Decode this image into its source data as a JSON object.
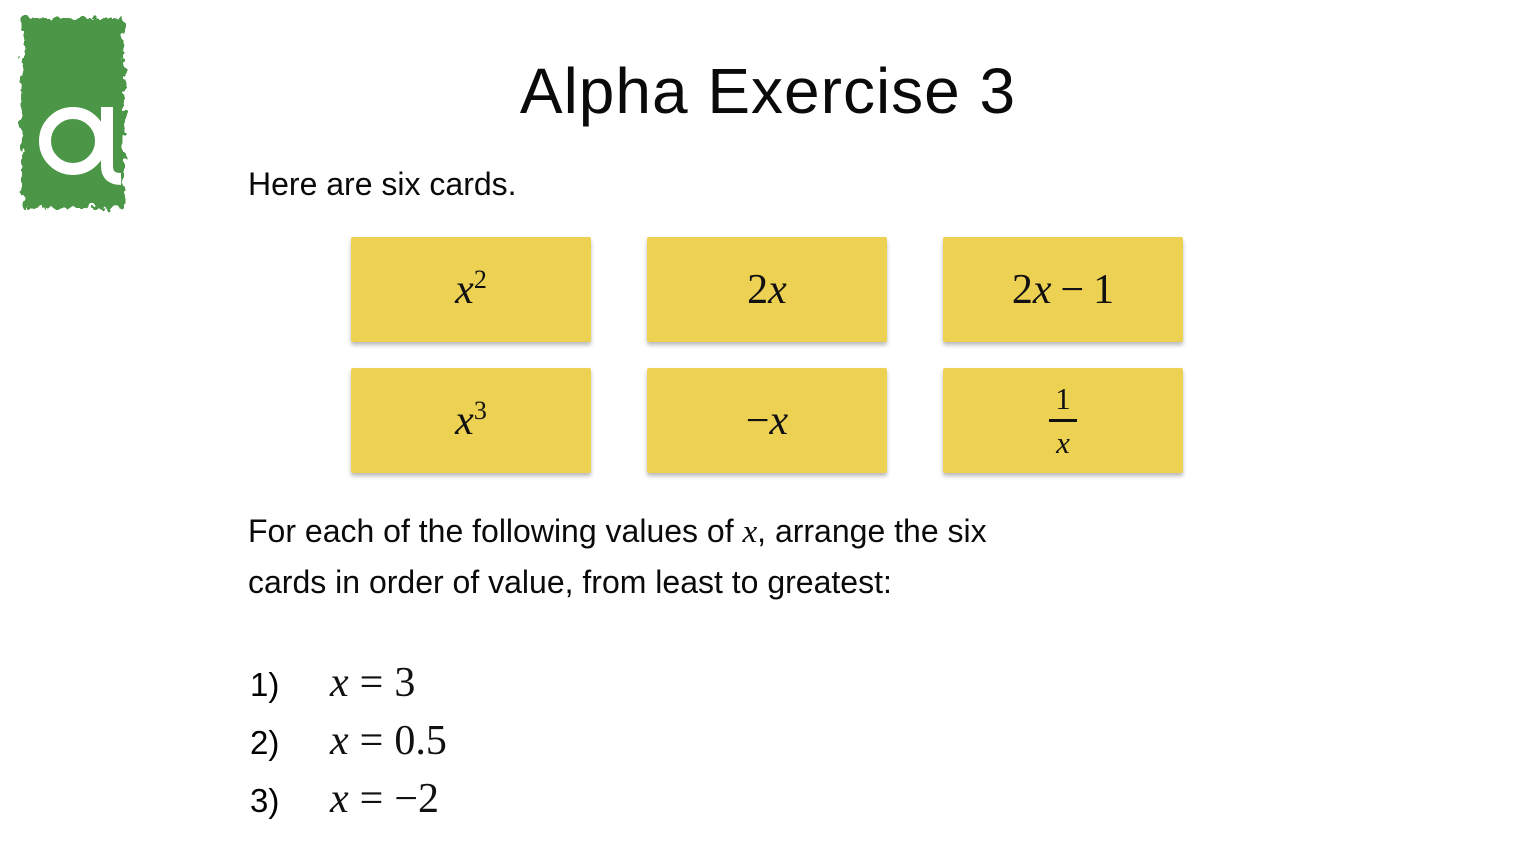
{
  "logo": {
    "letter": "a",
    "green": "#4b9747",
    "letter_color": "#ffffff"
  },
  "title": "Alpha Exercise 3",
  "intro": "Here are six cards.",
  "card_color": "#edd152",
  "cards": {
    "x_squared": {
      "base": "x",
      "exp": "2"
    },
    "two_x": {
      "coef": "2",
      "var": "x"
    },
    "two_x_minus_one": {
      "coef": "2",
      "var": "x",
      "op": "−",
      "const": "1"
    },
    "x_cubed": {
      "base": "x",
      "exp": "3"
    },
    "neg_x": {
      "sign": "−",
      "var": "x"
    },
    "one_over_x": {
      "num": "1",
      "den": "x"
    }
  },
  "task": {
    "line1_before_x": "For each of the following values of ",
    "x": "x",
    "line1_after_x": ", arrange the six",
    "line2": "cards in order of value, from least to greatest:"
  },
  "questions": [
    {
      "num": "1)",
      "var": "x",
      "eq": "=",
      "val": "3"
    },
    {
      "num": "2)",
      "var": "x",
      "eq": "=",
      "val": "0.5"
    },
    {
      "num": "3)",
      "var": "x",
      "eq": "=",
      "val": "−2"
    }
  ]
}
